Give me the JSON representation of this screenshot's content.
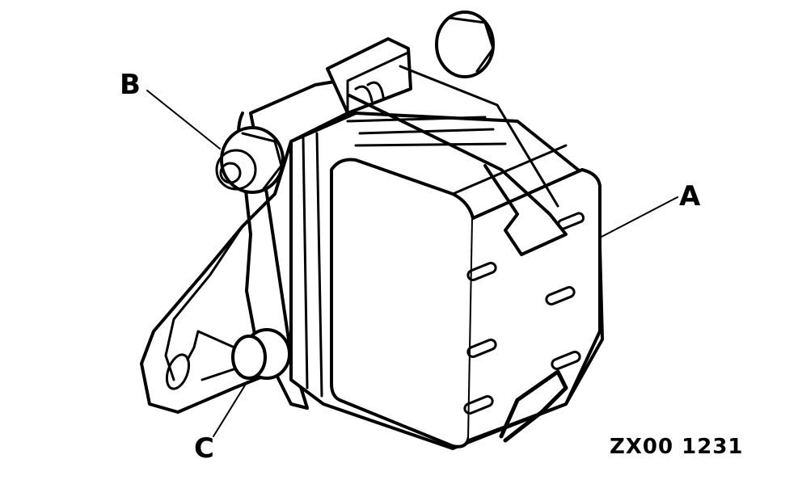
{
  "figure": {
    "type": "technical-line-drawing",
    "subject": "relay/control unit with mounting bracket and spring clip",
    "reference_code": "ZX00 1231",
    "colors": {
      "line": "#000000",
      "background": "#ffffff"
    }
  },
  "callouts": {
    "A": {
      "letter": "A",
      "target": "unit-housing"
    },
    "B": {
      "letter": "B",
      "target": "upper-mounting-nut"
    },
    "C": {
      "letter": "C",
      "target": "lower-mounting-bolt"
    }
  }
}
